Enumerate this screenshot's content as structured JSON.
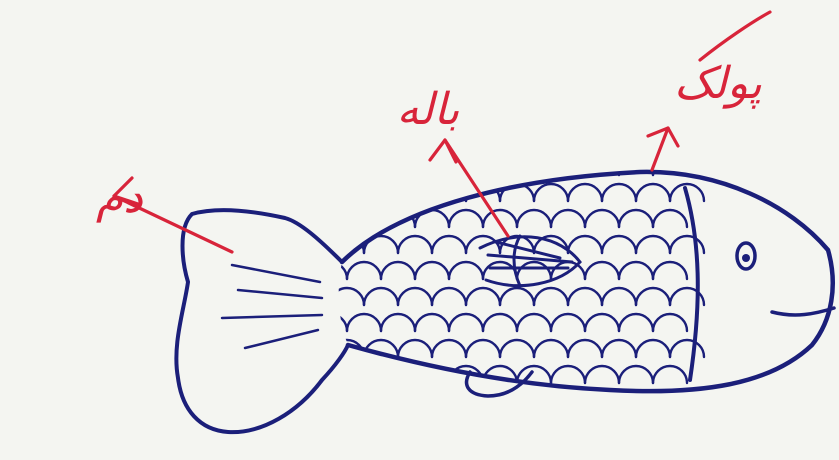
{
  "labels": {
    "tail": "دم",
    "fin": "باله",
    "scales": "پولک"
  },
  "colors": {
    "ink": "#1b1f7a",
    "annotation": "#d8243a",
    "paper": "#f4f5f1"
  }
}
